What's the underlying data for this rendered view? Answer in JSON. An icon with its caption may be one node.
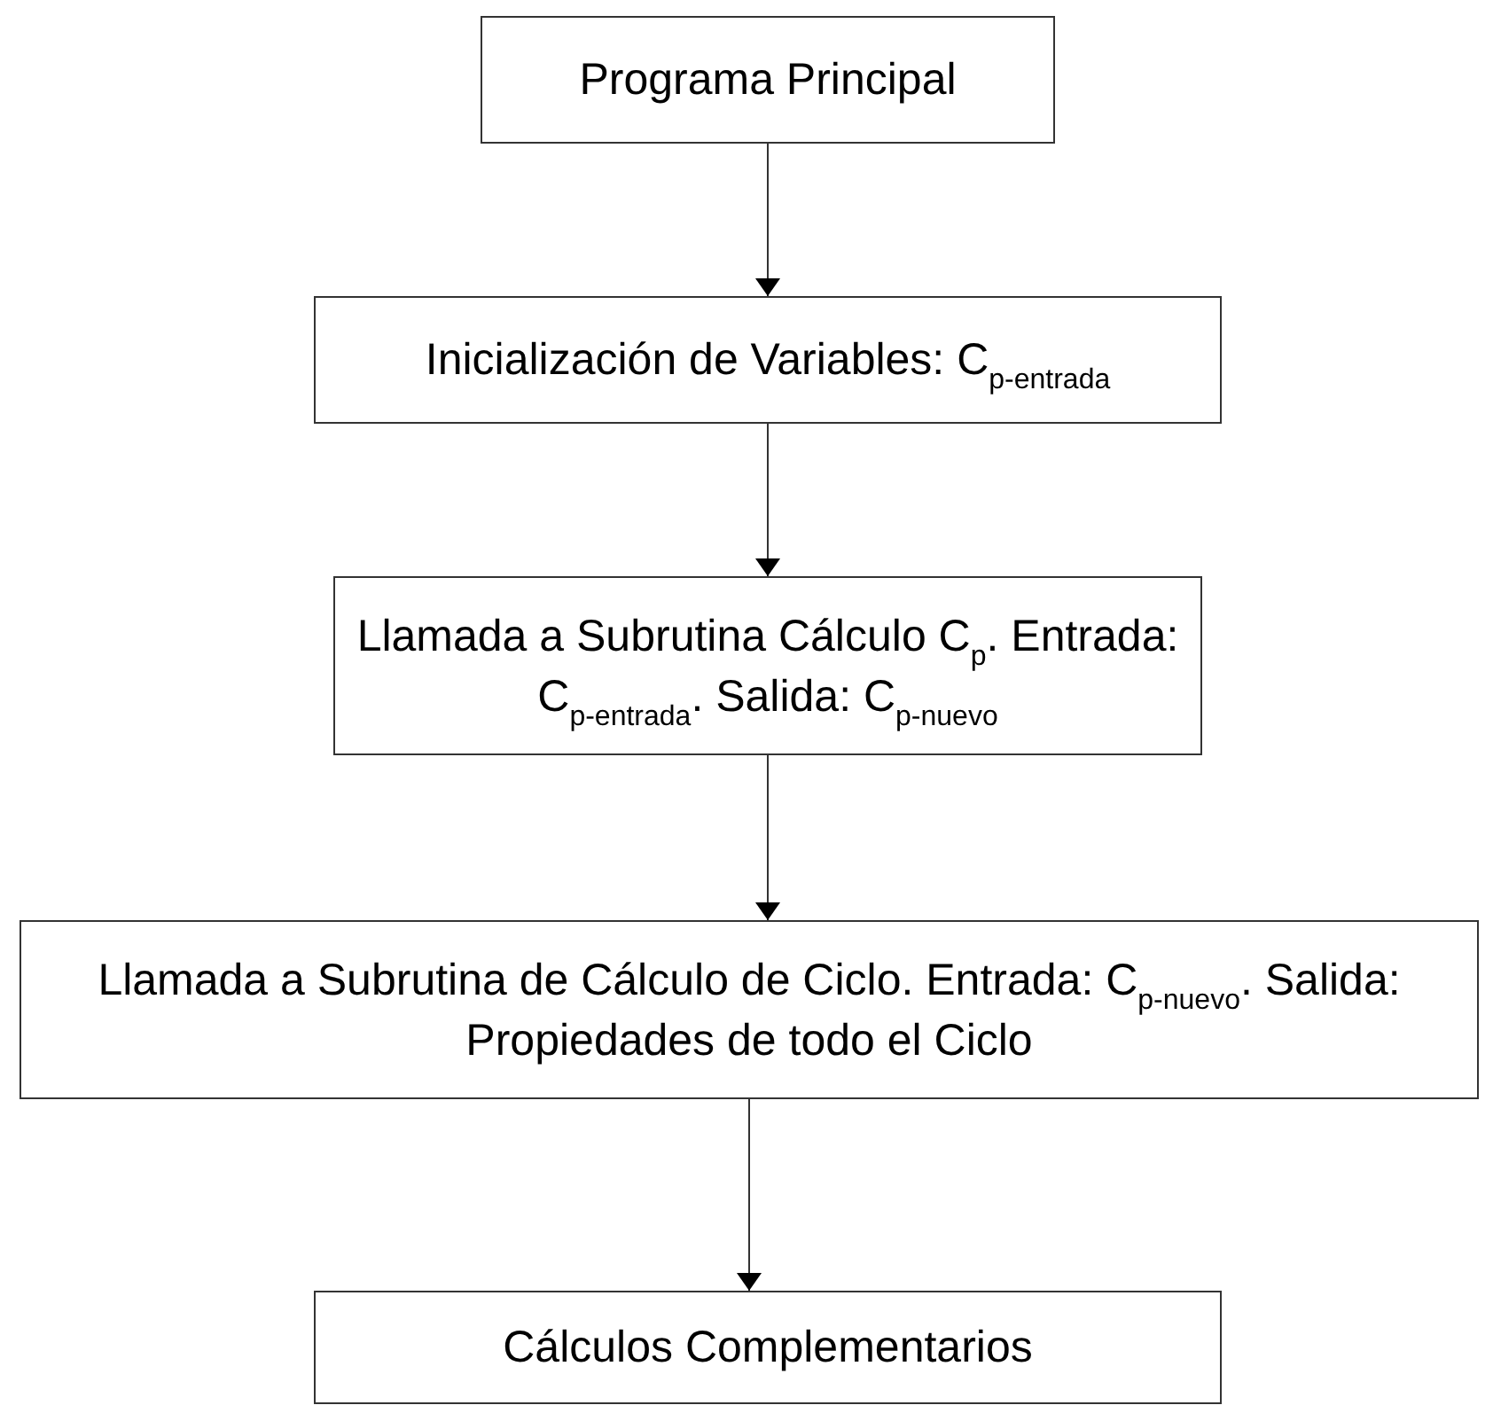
{
  "diagram": {
    "nodes": [
      {
        "text": [
          "Programa Principal"
        ]
      },
      {
        "text": [
          "Inicialización de Variables: C$_{p-entrada}$"
        ]
      },
      {
        "text": [
          "Llamada a Subrutina Cálculo C$_{p}$. Entrada: C$_{p-entrada}$. Salida: C$_{p-nuevo}$"
        ]
      },
      {
        "text": [
          "Llamada a Subrutina de Cálculo de Ciclo. Entrada: C$_{p-nuevo}$. Salida: Propiedades de todo el Ciclo"
        ]
      },
      {
        "text": [
          "Cálculos Complementarios"
        ]
      }
    ],
    "edges": [
      {
        "from": 0,
        "to": 1,
        "arrow": "to"
      },
      {
        "from": 1,
        "to": 2,
        "arrow": "to"
      },
      {
        "from": 2,
        "to": 3,
        "arrow": "to"
      },
      {
        "from": 3,
        "to": 4,
        "arrow": "to"
      }
    ]
  }
}
